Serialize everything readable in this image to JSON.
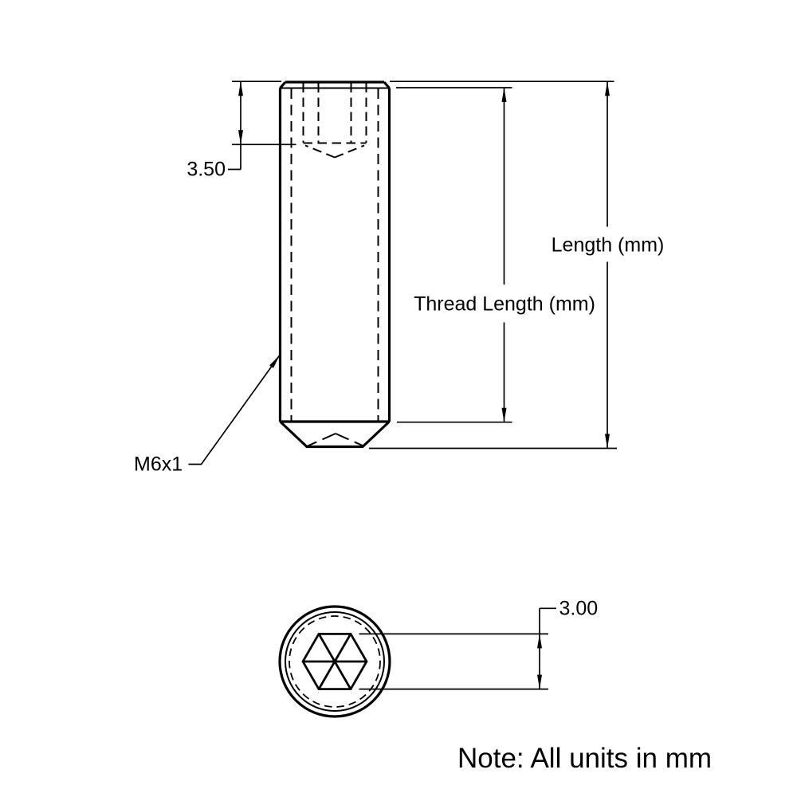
{
  "colors": {
    "ink": "#000000",
    "background": "#ffffff"
  },
  "side_view": {
    "thread_callout": "M6x1",
    "socket_depth": "3.50",
    "length_label": "Length (mm)",
    "thread_length_label": "Thread Length (mm)"
  },
  "bottom_view": {
    "hex_socket_size": "3.00"
  },
  "note": "Note: All units in mm"
}
